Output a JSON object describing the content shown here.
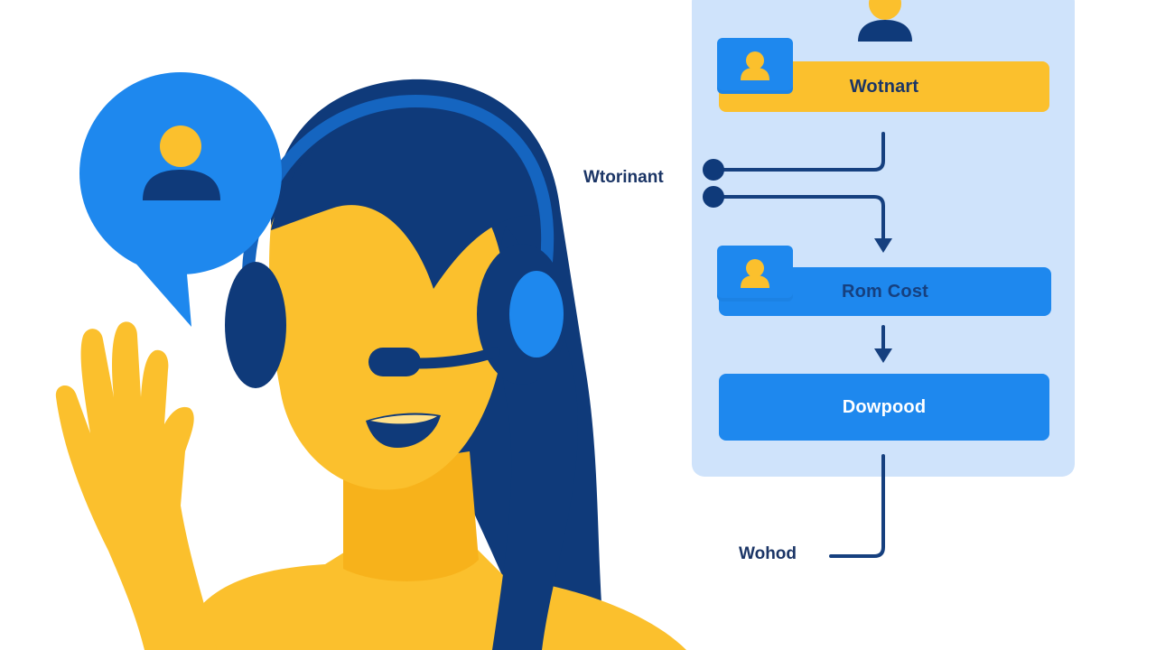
{
  "flowchart": {
    "step_1_label": "Wotnart",
    "branch_label": "Wtorinant",
    "step_2_label": "Rom Cost",
    "step_3_label": "Dowpood",
    "end_label": "Wohod"
  },
  "icons": {
    "agent": "headset-agent-illustration",
    "speech_bubble": "user-icon",
    "top": "user-icon",
    "tabs": "user-icon"
  },
  "colors": {
    "navy": "#0f3a7a",
    "yellow": "#fbc02d",
    "blue": "#1e88ee",
    "panel": "#cfe3fb"
  }
}
